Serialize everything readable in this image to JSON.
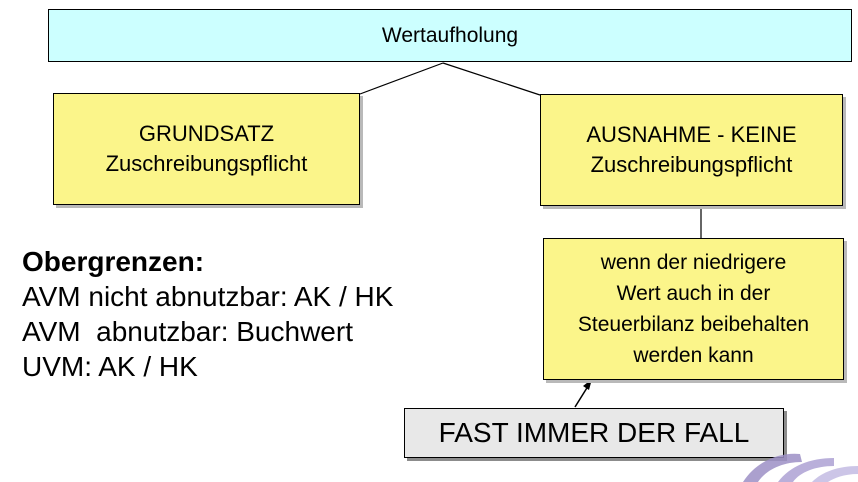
{
  "diagram": {
    "root": {
      "label": "Wertaufholung"
    },
    "left_box": {
      "line1": "GRUNDSATZ",
      "line2": "Zuschreibungspflicht"
    },
    "right_box": {
      "line1": "AUSNAHME - KEINE",
      "line2": "Zuschreibungspflicht"
    },
    "condition_box": {
      "lines": [
        "wenn der niedrigere",
        "Wert auch in der",
        "Steuerbilanz beibehalten",
        "werden kann"
      ]
    },
    "limits": {
      "heading": "Obergrenzen:",
      "items": [
        "AVM nicht abnutzbar: AK / HK",
        "AVM  abnutzbar: Buchwert",
        "UVM: AK / HK"
      ]
    },
    "note": {
      "label": "FAST IMMER DER FALL"
    }
  },
  "colors": {
    "root_fill": "#ccffff",
    "box_fill": "#fbf58a",
    "note_fill": "#e8e8e8",
    "logo_color": "#9c8fc6"
  }
}
